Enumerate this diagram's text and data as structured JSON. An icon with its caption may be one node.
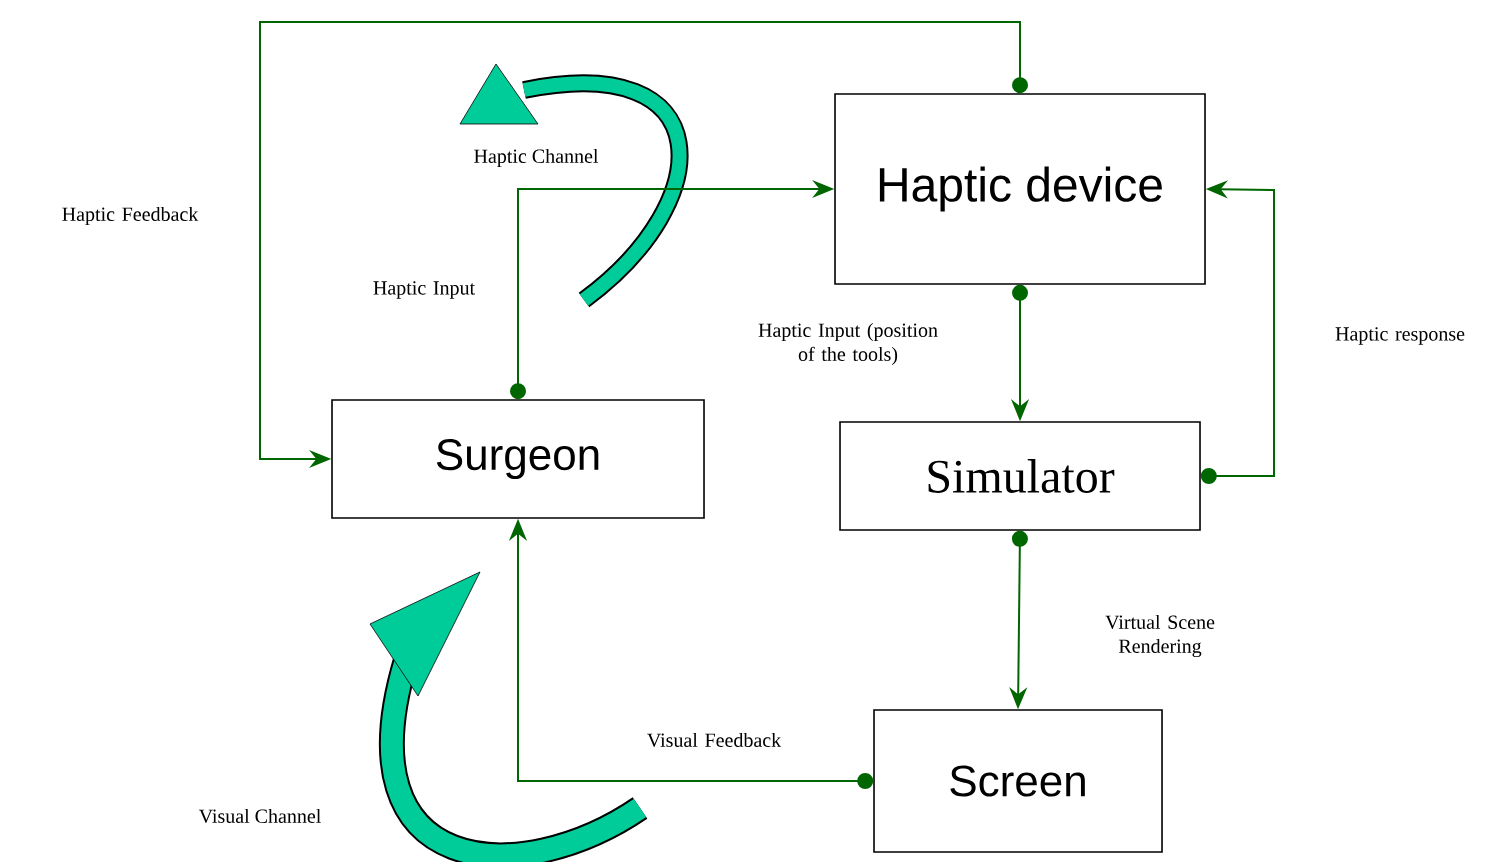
{
  "diagram": {
    "nodes": [
      {
        "text": [
          "Haptic device"
        ]
      },
      {
        "text": [
          "Surgeon"
        ]
      },
      {
        "text": [
          "Simulator"
        ]
      },
      {
        "text": [
          "Screen"
        ]
      }
    ],
    "edges": [
      {
        "from": 1,
        "to": 0,
        "arrow": "to",
        "label": "Haptic Input"
      },
      {
        "from": 0,
        "to": 1,
        "arrow": "to",
        "label": "Haptic Feedback"
      },
      {
        "from": 0,
        "to": 2,
        "arrow": "to",
        "label": "Haptic Input (position of the tools)"
      },
      {
        "from": 2,
        "to": 0,
        "arrow": "to",
        "label": "Haptic response"
      },
      {
        "from": 2,
        "to": 3,
        "arrow": "to",
        "label": "Virtual Scene Rendering"
      },
      {
        "from": 3,
        "to": 1,
        "arrow": "to",
        "label": "Visual Feedback"
      }
    ],
    "labels": [
      "Haptic Channel",
      "Visual Channel"
    ]
  }
}
